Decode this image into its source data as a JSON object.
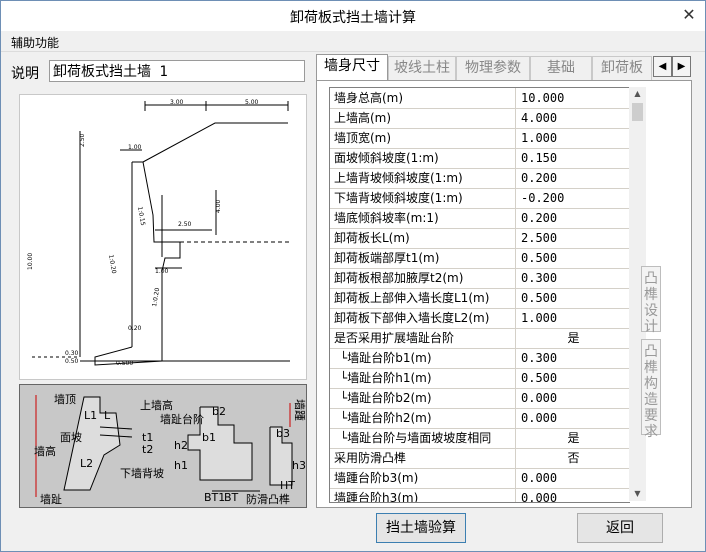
{
  "window": {
    "title": "卸荷板式挡土墙计算",
    "close_glyph": "✕"
  },
  "menu": {
    "aux": "辅助功能"
  },
  "description": {
    "label": "说明",
    "value": "卸荷板式挡土墙 1"
  },
  "drawing": {
    "dims": [
      "3.00",
      "5.00",
      "2.50",
      "1.00",
      "2.50",
      "4.00",
      "1.00",
      "0.20",
      "10.00",
      "1:0.15",
      "1:0.20",
      "1:0.20",
      "0.30",
      "0.50",
      "0.500"
    ]
  },
  "legend": {
    "labels": [
      "墙顶",
      "上墙高",
      "墙趾台阶",
      "b2",
      "墙踵",
      "L1",
      "L",
      "t1",
      "t2",
      "面坡",
      "墙高",
      "b1",
      "h2",
      "h1",
      "b3",
      "h3",
      "L2",
      "下墙背坡",
      "墙趾",
      "BT1",
      "BT",
      "防滑凸榫",
      "HT"
    ]
  },
  "tabs": [
    {
      "label": "墙身尺寸",
      "active": true
    },
    {
      "label": "坡线土柱",
      "active": false
    },
    {
      "label": "物理参数",
      "active": false
    },
    {
      "label": "基础",
      "active": false
    },
    {
      "label": "卸荷板",
      "active": false
    }
  ],
  "tab_nav": {
    "prev": "◀",
    "next": "▶"
  },
  "scroll": {
    "up": "▲",
    "down": "▼"
  },
  "params": [
    {
      "name": "墙身总高(m)",
      "value": "10.000"
    },
    {
      "name": "上墙高(m)",
      "value": "4.000"
    },
    {
      "name": "墙顶宽(m)",
      "value": "1.000"
    },
    {
      "name": "面坡倾斜坡度(1:m)",
      "value": "0.150"
    },
    {
      "name": "上墙背坡倾斜坡度(1:m)",
      "value": "0.200"
    },
    {
      "name": "下墙背坡倾斜坡度(1:m)",
      "value": "-0.200"
    },
    {
      "name": "墙底倾斜坡率(m:1)",
      "value": "0.200"
    },
    {
      "name": "卸荷板长L(m)",
      "value": "2.500"
    },
    {
      "name": "卸荷板端部厚t1(m)",
      "value": "0.500"
    },
    {
      "name": "卸荷板根部加腋厚t2(m)",
      "value": "0.300"
    },
    {
      "name": "卸荷板上部伸入墙长度L1(m)",
      "value": "0.500"
    },
    {
      "name": "卸荷板下部伸入墙长度L2(m)",
      "value": "1.000"
    },
    {
      "name": "是否采用扩展墙趾台阶",
      "value": "是"
    },
    {
      "name": "└墙趾台阶b1(m)",
      "value": "0.300"
    },
    {
      "name": "└墙趾台阶h1(m)",
      "value": "0.500"
    },
    {
      "name": "└墙趾台阶b2(m)",
      "value": "0.000"
    },
    {
      "name": "└墙趾台阶h2(m)",
      "value": "0.000"
    },
    {
      "name": "└墙趾台阶与墙面坡坡度相同",
      "value": "是"
    },
    {
      "name": "采用防滑凸榫",
      "value": "否"
    },
    {
      "name": "墙踵台阶b3(m)",
      "value": "0.000"
    },
    {
      "name": "墙踵台阶h3(m)",
      "value": "0.000"
    }
  ],
  "side_buttons": {
    "design": "凸榫设计",
    "req": "凸榫构造要求"
  },
  "buttons": {
    "verify": "挡土墙验算",
    "back": "返回"
  }
}
